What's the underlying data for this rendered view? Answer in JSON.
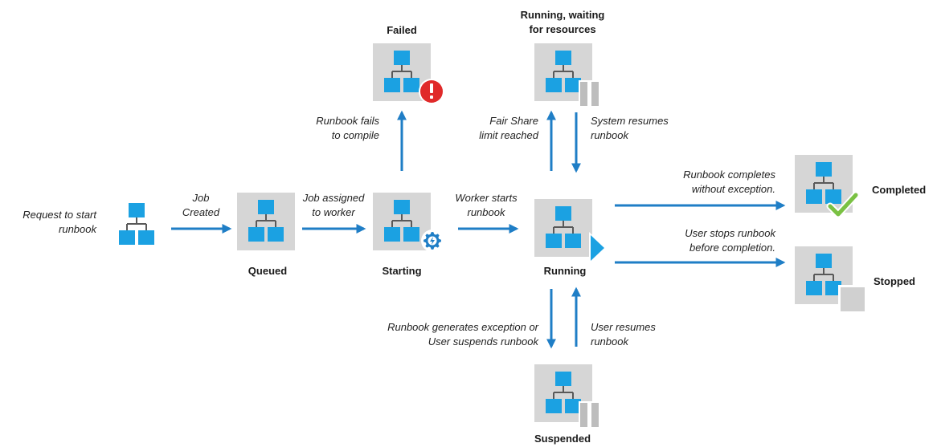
{
  "colors": {
    "arrow": "#1f7ec6",
    "node_fill": "#1ba1e2",
    "node_line": "#595959",
    "box_bg": "#d6d6d6",
    "pause": "#bdbdbd",
    "stop_square": "#d0d0d0",
    "error": "#e02a2a",
    "check": "#7ac143",
    "gear": "#1f7ec6"
  },
  "states": {
    "failed": "Failed",
    "waiting": "Running, waiting\nfor resources",
    "queued": "Queued",
    "starting": "Starting",
    "running": "Running",
    "completed": "Completed",
    "stopped": "Stopped",
    "suspended": "Suspended"
  },
  "transitions": {
    "request": "Request to start\nrunbook",
    "job_created": "Job\nCreated",
    "job_assigned": "Job assigned\nto worker",
    "worker_starts": "Worker starts\nrunbook",
    "fails_compile": "Runbook fails\nto compile",
    "fair_share": "Fair Share\nlimit reached",
    "system_resumes": "System resumes\nrunbook",
    "completes": "Runbook completes\nwithout exception.",
    "user_stops": "User stops runbook\nbefore completion.",
    "generates_exception": "Runbook generates exception or\nUser suspends runbook",
    "user_resumes": "User resumes\nrunbook"
  },
  "icons": {
    "start": "hierarchy-icon",
    "queued": "hierarchy-icon",
    "starting": "hierarchy-icon",
    "starting_badge": "gear-icon",
    "failed": "hierarchy-icon",
    "failed_badge": "error-icon",
    "waiting": "hierarchy-icon",
    "waiting_badge": "pause-icon",
    "running": "hierarchy-icon",
    "running_badge": "play-icon",
    "completed": "hierarchy-icon",
    "completed_badge": "check-icon",
    "stopped": "hierarchy-icon",
    "stopped_badge": "stop-icon",
    "suspended": "hierarchy-icon",
    "suspended_badge": "pause-icon"
  }
}
